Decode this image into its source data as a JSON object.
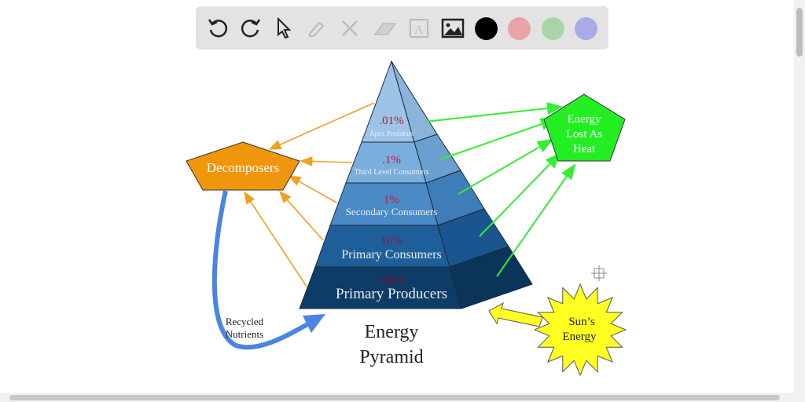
{
  "toolbar": {
    "tools": [
      "undo-icon",
      "redo-icon",
      "select-pointer-icon",
      "pen-icon",
      "tools-icon",
      "eraser-icon",
      "text-icon",
      "image-icon"
    ],
    "colors": [
      "#000000",
      "#e8a4a8",
      "#a8d4a8",
      "#aaaae8"
    ]
  },
  "diagram": {
    "title_line1": "Energy",
    "title_line2": "Pyramid",
    "levels": [
      {
        "percent": ".01%",
        "label": "Apex Predators",
        "color": "#9dc3e6"
      },
      {
        "percent": ".1%",
        "label": "Third Level Consumers",
        "color": "#7aaedc"
      },
      {
        "percent": "1%",
        "label": "Secondary Consumers",
        "color": "#4a8ac6"
      },
      {
        "percent": "10%",
        "label": "Primary Consumers",
        "color": "#1f5f99"
      },
      {
        "percent": "100%",
        "label": "Primary Producers",
        "color": "#0d3c66"
      }
    ],
    "decomposers": "Decomposers",
    "heat_line1": "Energy",
    "heat_line2": "Lost As",
    "heat_line3": "Heat",
    "sun_line1": "Sun’s",
    "sun_line2": "Energy",
    "recycled_line1": "Recycled",
    "recycled_line2": "Nutrients",
    "percent_color": "#c0143c"
  }
}
